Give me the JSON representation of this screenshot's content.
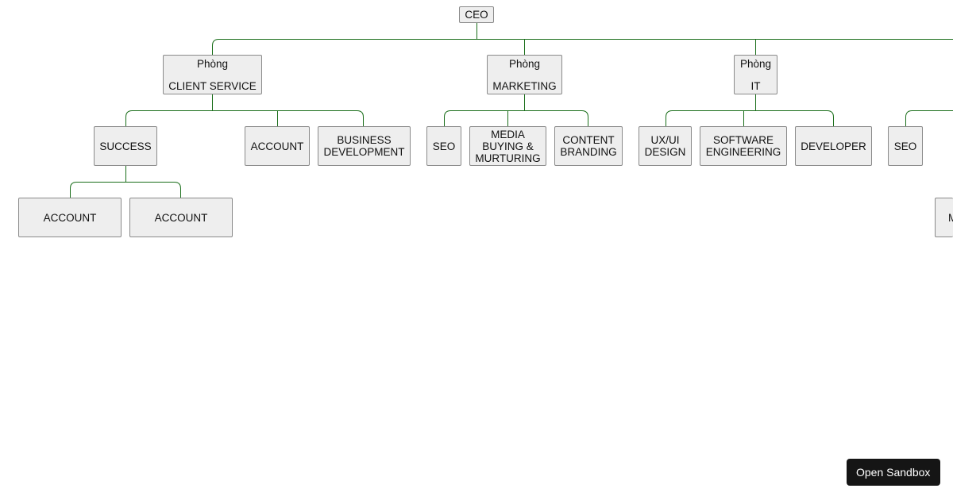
{
  "org_chart": {
    "ceo": {
      "label": "CEO"
    },
    "departments": [
      {
        "prefix": "Phòng",
        "label": "CLIENT SERVICE"
      },
      {
        "prefix": "Phòng",
        "label": "MARKETING"
      },
      {
        "prefix": "Phòng",
        "label": "IT"
      }
    ],
    "client_service_teams": [
      {
        "label": "SUCCESS"
      },
      {
        "label": "ACCOUNT"
      },
      {
        "lines": [
          "BUSINESS",
          "DEVELOPMENT"
        ]
      }
    ],
    "success_members": [
      {
        "label": "ACCOUNT"
      },
      {
        "label": "ACCOUNT"
      }
    ],
    "marketing_teams": [
      {
        "label": "SEO"
      },
      {
        "lines": [
          "MEDIA",
          "BUYING &",
          "MURTURING"
        ]
      },
      {
        "lines": [
          "CONTENT",
          "BRANDING"
        ]
      }
    ],
    "it_teams": [
      {
        "lines": [
          "UX/UI",
          "DESIGN"
        ]
      },
      {
        "lines": [
          "SOFTWARE",
          "ENGINEERING"
        ]
      },
      {
        "label": "DEVELOPER"
      }
    ],
    "offscreen_teams": [
      {
        "label": "SEO"
      },
      {
        "label": "M"
      }
    ]
  },
  "sandbox_button": {
    "label": "Open Sandbox"
  },
  "colors": {
    "connector": "#1a6e1a",
    "node_fill": "#eeeeee",
    "node_border": "#8a8a8a",
    "button_bg": "#151515"
  }
}
